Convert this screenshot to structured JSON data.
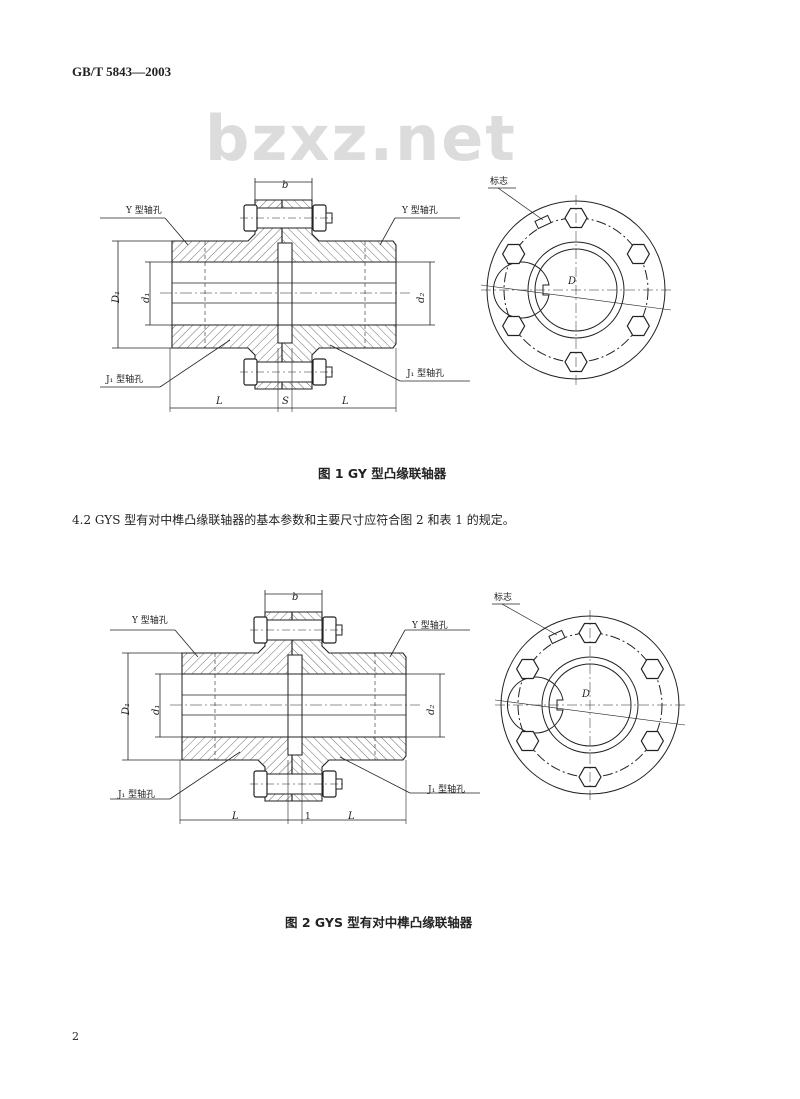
{
  "header": {
    "standard": "GB/T 5843—2003"
  },
  "watermark": "bzxz.net",
  "figure1": {
    "caption": "图 1   GY 型凸缘联轴器",
    "labels": {
      "y_bore_left": "Y 型轴孔",
      "y_bore_right": "Y 型轴孔",
      "j1_bore_left": "J₁ 型轴孔",
      "j1_bore_right": "J₁ 型轴孔",
      "b": "b",
      "D1": "D₁",
      "d1": "d₁",
      "d2": "d₂",
      "L_left": "L",
      "S": "S",
      "L_right": "L",
      "D": "D",
      "mark": "标志"
    }
  },
  "paragraph": "4.2   GYS 型有对中榫凸缘联轴器的基本参数和主要尺寸应符合图 2 和表 1 的规定。",
  "figure2": {
    "caption": "图 2   GYS 型有对中榫凸缘联轴器",
    "labels": {
      "y_bore_left": "Y 型轴孔",
      "y_bore_right": "Y 型轴孔",
      "j1_bore_left": "J₁ 型轴孔",
      "j1_bore_right": "J₁ 型轴孔",
      "b": "b",
      "D1": "D₁",
      "d1": "d₁",
      "d2": "d₂",
      "L_left": "L",
      "gap": "1",
      "L_right": "L",
      "D": "D",
      "mark": "标志"
    }
  },
  "page_number": "2"
}
